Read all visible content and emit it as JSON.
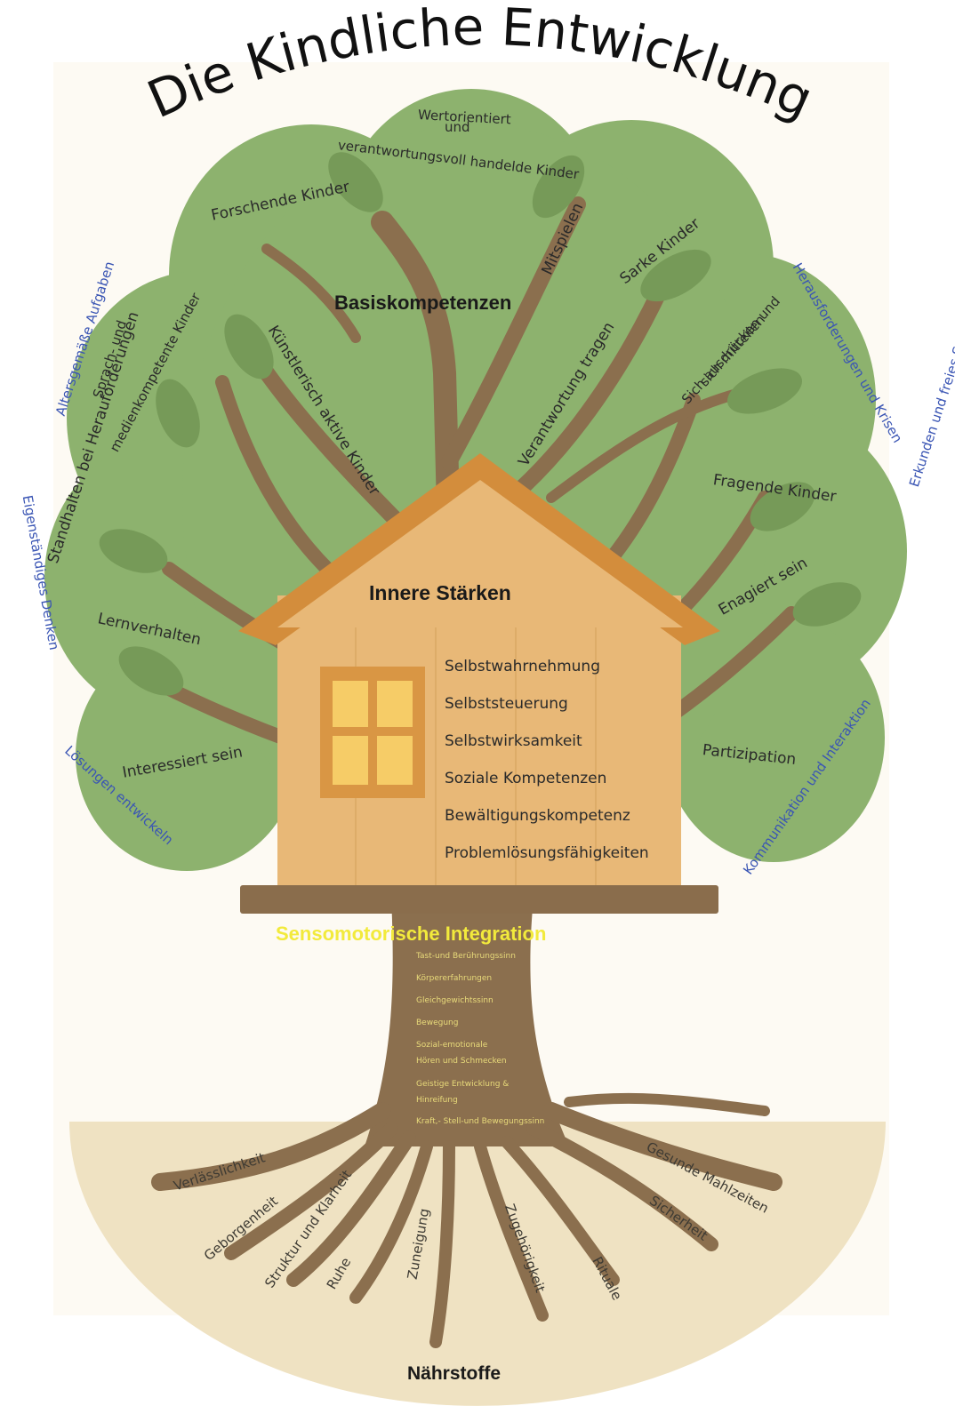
{
  "title": "Die Kindliche Entwicklung",
  "crown": {
    "heading": "Basiskompetenzen",
    "branches": {
      "wertorientiert": [
        "Wertorientiert",
        "und",
        "verantwortungsvoll handelde Kinder"
      ],
      "forschende": "Forschende Kinder",
      "mitspielen": "Mitspielen",
      "starke": "Sarke Kinder",
      "sprach": [
        "Sprach- und",
        "medienkompetente Kinder"
      ],
      "kuenstlerisch": "Künstlerisch aktive Kinder",
      "verantwortung": "Verantwortung tragen",
      "ausdruecken": [
        "Sich ausdrücken und",
        "sich mitteilen"
      ],
      "standhalten": "Standhalten bei Herauforderungen",
      "fragende": "Fragende Kinder",
      "engagiert": "Enagiert sein",
      "lernverhalten": "Lernverhalten",
      "partizipation": "Partizipation",
      "interessiert": "Interessiert sein"
    }
  },
  "outer_labels": {
    "altersgemaesse": "Altersgemäße Aufgaben",
    "herausforderungen": "Herausforderungen und Krisen",
    "eigenstaendiges": "Eigenständiges Denken",
    "erkunden": "Erkunden und freies Spiel",
    "loesungen": "Lösungen entwickeln",
    "kommunikation": "Kommunikation und Interaktion"
  },
  "house": {
    "heading": "Innere Stärken",
    "items": [
      "Selbstwahrnehmung",
      "Selbststeuerung",
      "Selbstwirksamkeit",
      "Soziale Kompetenzen",
      "Bewältigungskompetenz",
      "Problemlösungsfähigkeiten"
    ]
  },
  "trunk": {
    "heading": "Sensomotorische Integration",
    "items": [
      "Tast-und Berührungssinn",
      "Körpererfahrungen",
      "Gleichgewichtssinn",
      "Bewegung",
      "Sozial-emotionale",
      "Hören und Schmecken",
      "Geistige Entwicklung &",
      "Hinreifung",
      "Kraft,- Stell-und Bewegungssinn"
    ]
  },
  "roots": {
    "heading": "Nährstoffe",
    "items": {
      "verlaesslichkeit": "Verlässlichkeit",
      "geborgenheit": "Geborgenheit",
      "struktur": "Struktur und Klarheit",
      "ruhe": "Ruhe",
      "zuneigung": "Zuneigung",
      "zugehoerigkeit": "Zugehörigkeit",
      "rituale": "Rituale",
      "sicherheit": "Sicherheit",
      "gesunde": "Gesunde Mahlzeiten"
    }
  },
  "colors": {
    "crown": "#8db26e",
    "crown_dark": "#769a58",
    "bark": "#8b6f4e",
    "roof": "#d38d3c",
    "house": "#e8b877",
    "platform": "#8a6d4c",
    "ground": "#efe2c2",
    "sense_heading": "#f2ea3c",
    "outer_text": "#3a55b4"
  }
}
